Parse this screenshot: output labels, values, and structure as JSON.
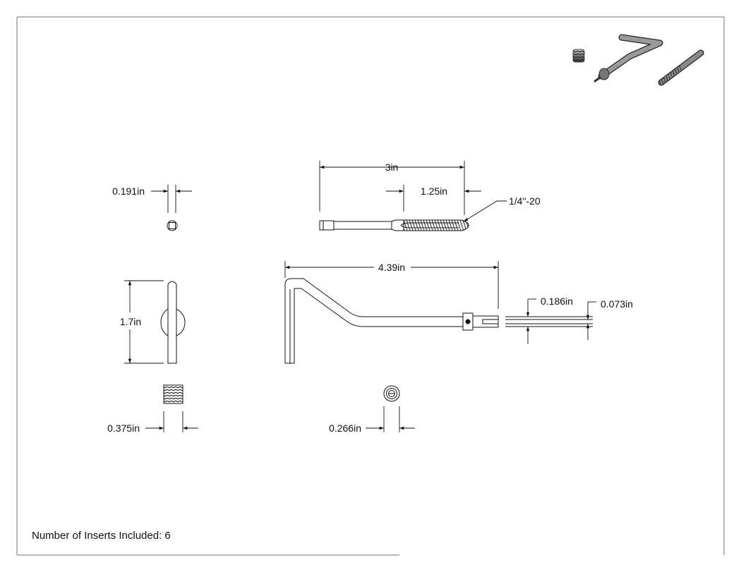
{
  "dimensions": {
    "tap_length": "3in",
    "thread_length": "1.25in",
    "thread_spec": "1/4\"-20",
    "square_drive": "0.191in",
    "tool_length": "4.39in",
    "slot_width": "0.186in",
    "tang_width": "0.073in",
    "handle_height": "1.7in",
    "insert_length": "0.375in",
    "insert_diameter": "0.266in"
  },
  "notes": {
    "inserts_included": "Number of Inserts Included: 6"
  },
  "colors": {
    "line": "#111111",
    "frame": "#555555",
    "render_metal": "#8a8a8a"
  }
}
